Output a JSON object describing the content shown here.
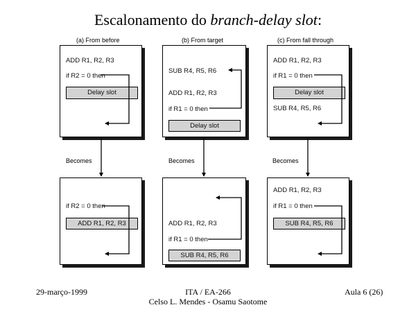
{
  "title": {
    "prefix": "Escalonamento do ",
    "italic": "branch-delay slot",
    "suffix": ":"
  },
  "captions": {
    "a": "(a) From before",
    "b": "(b) From target",
    "c": "(c) From fall through"
  },
  "becomes": "Becomes",
  "panels": {
    "a_top": {
      "line1": "ADD R1, R2, R3",
      "line2": "if R2 = 0 then",
      "slot": "Delay slot"
    },
    "b_top": {
      "line1": "SUB R4, R5, R6",
      "line2": "ADD R1, R2, R3",
      "line3": "if R1 = 0 then",
      "slot": "Delay slot"
    },
    "c_top": {
      "line1": "ADD R1, R2, R3",
      "line2": "if R1 = 0 then",
      "slot": "Delay slot",
      "line3": "SUB R4, R5, R6"
    },
    "a_bottom": {
      "line1": "if R2 = 0 then",
      "slot": "ADD R1, R2, R3"
    },
    "b_bottom": {
      "line1": "ADD R1, R2, R3",
      "line2": "if R1 = 0 then",
      "slot": "SUB R4, R5, R6"
    },
    "c_bottom": {
      "line1": "ADD R1, R2, R3",
      "line2": "if R1 = 0 then",
      "slot": "SUB R4, R5, R6"
    }
  },
  "footer": {
    "date": "29-março-1999",
    "course": "ITA / EA-266",
    "authors": "Celso L. Mendes - Osamu Saotome",
    "lecture": "Aula 6 (26)"
  }
}
